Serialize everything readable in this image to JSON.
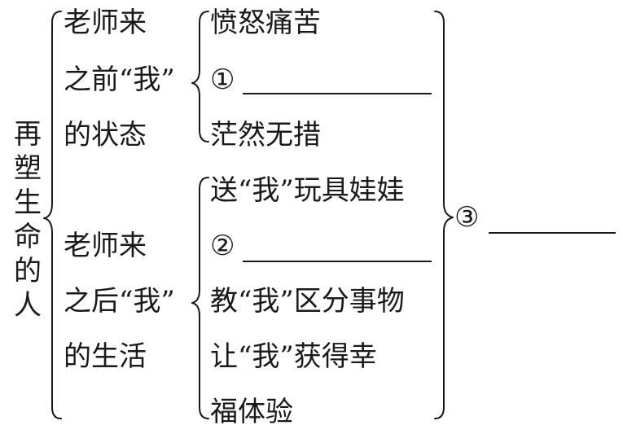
{
  "title": "再塑生命的人",
  "before": {
    "label_lines": [
      "老师来",
      "之前“我”",
      "的状态"
    ],
    "items": [
      "愤怒痛苦",
      "①",
      "茫然无措"
    ]
  },
  "after": {
    "label_lines": [
      "老师来",
      "之后“我”",
      "的生活"
    ],
    "items": [
      "送“我”玩具娃娃",
      "②",
      "教“我”区分事物",
      "让“我”获得幸",
      "福体验"
    ]
  },
  "summary_marker": "③"
}
